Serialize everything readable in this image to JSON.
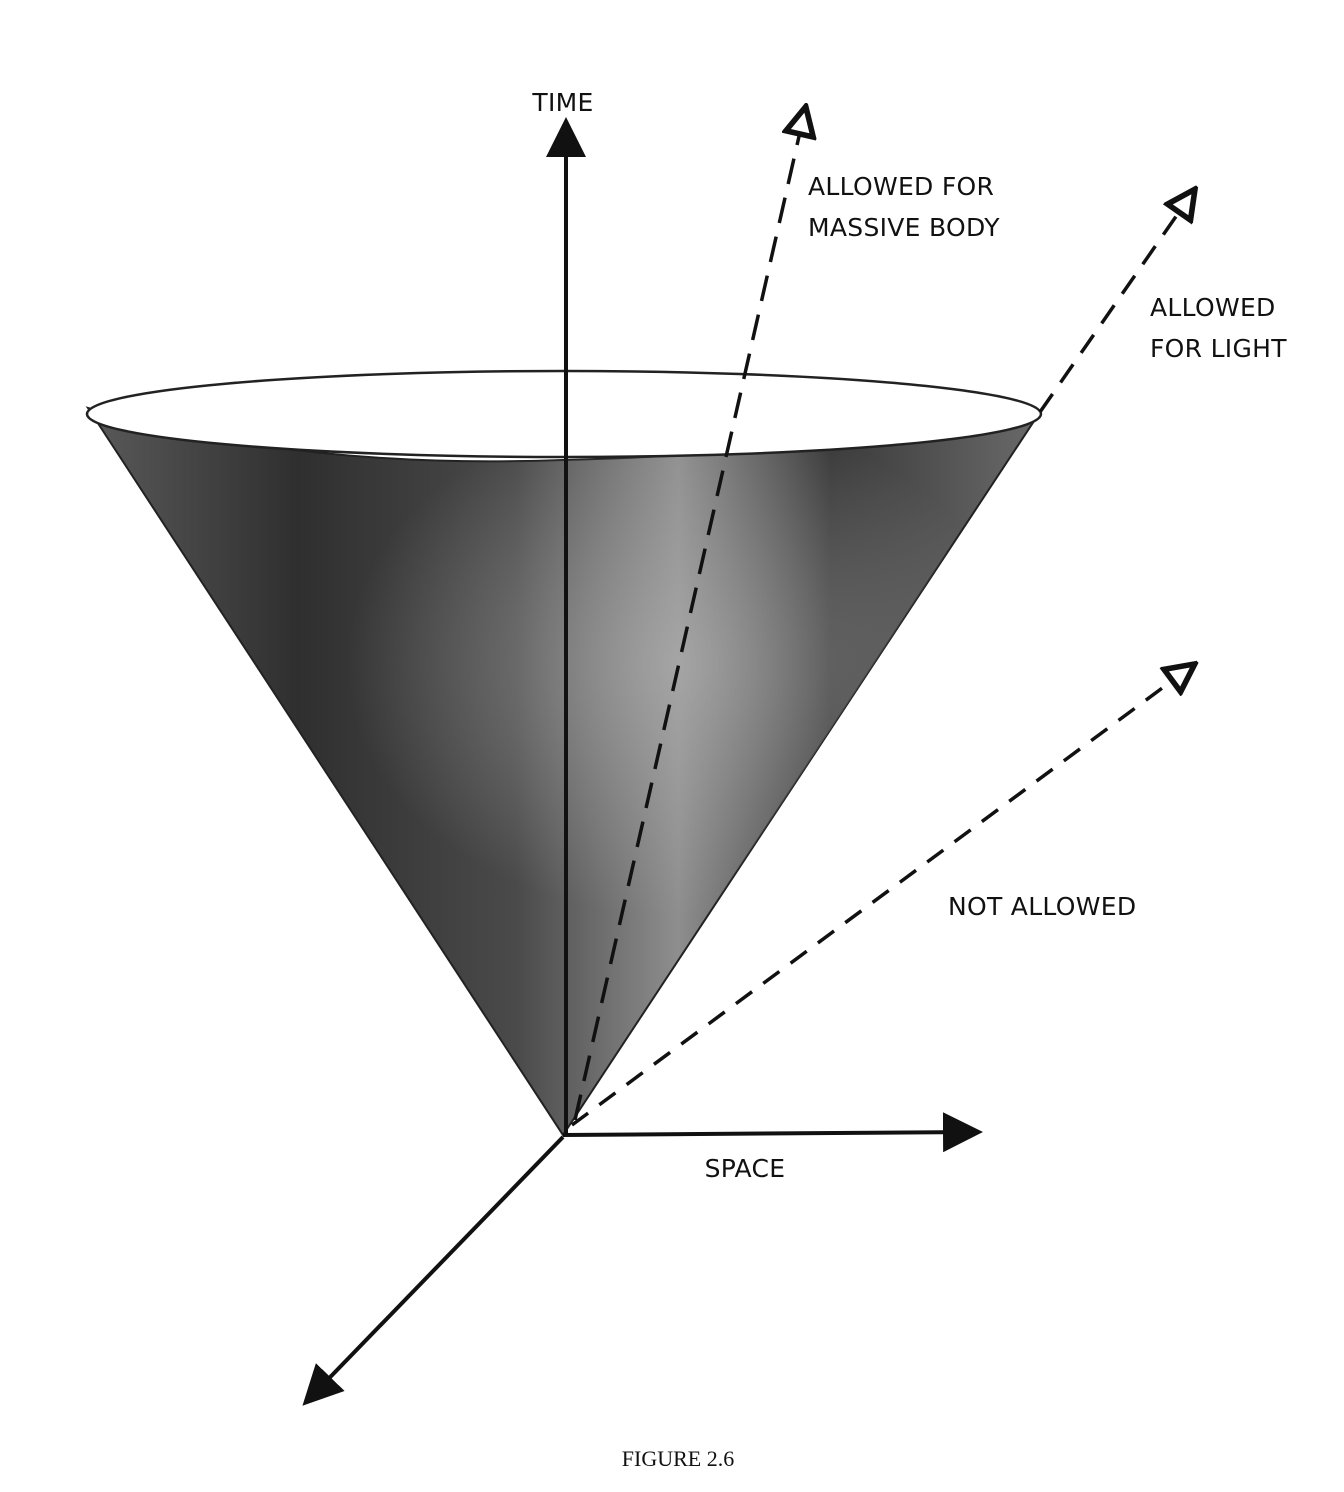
{
  "labels": {
    "time_axis": "TIME",
    "space_axis": "SPACE",
    "massive_body_line1": "ALLOWED FOR",
    "massive_body_line2": "MASSIVE BODY",
    "light_line1": "ALLOWED",
    "light_line2": "FOR LIGHT",
    "not_allowed": "NOT ALLOWED"
  },
  "caption": "FIGURE 2.6",
  "colors": {
    "ink": "#111111",
    "cone_dark": "#3a3a3a",
    "cone_light": "#9a9a9a",
    "background": "#ffffff"
  }
}
